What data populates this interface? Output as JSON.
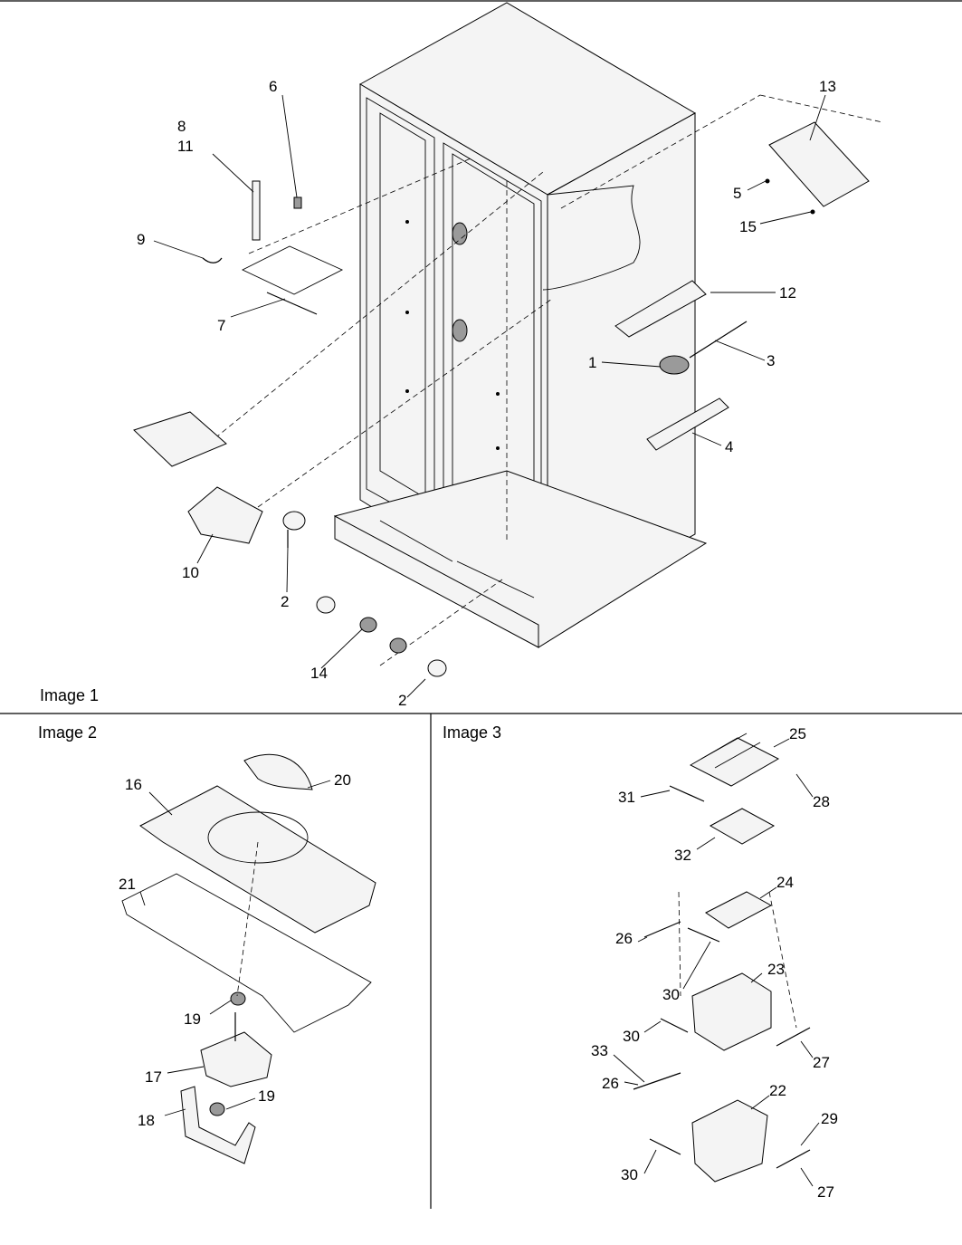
{
  "panels": [
    {
      "caption": "Image 1"
    },
    {
      "caption": "Image 2"
    },
    {
      "caption": "Image 3"
    }
  ],
  "callouts": {
    "image1": [
      "6",
      "8",
      "11",
      "9",
      "7",
      "13",
      "5",
      "15",
      "12",
      "3",
      "1",
      "4",
      "10",
      "2",
      "14",
      "2"
    ],
    "image2": [
      "16",
      "20",
      "21",
      "19",
      "17",
      "18",
      "19"
    ],
    "image3": [
      "25",
      "31",
      "28",
      "32",
      "24",
      "26",
      "23",
      "30",
      "30",
      "27",
      "33",
      "26",
      "22",
      "29",
      "30",
      "27"
    ]
  }
}
